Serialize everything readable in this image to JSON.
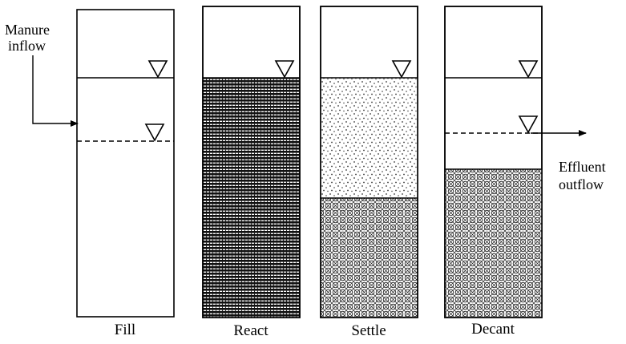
{
  "labels": {
    "manure_inflow_line1": "Manure",
    "manure_inflow_line2": "inflow",
    "effluent_outflow_line1": "Effluent",
    "effluent_outflow_line2": "outflow"
  },
  "stages": [
    {
      "label": "Fill"
    },
    {
      "label": "React"
    },
    {
      "label": "Settle"
    },
    {
      "label": "Decant"
    }
  ],
  "colors": {
    "ink": "#000000",
    "background": "#ffffff"
  },
  "icons": {
    "water_level": "water-level-triangle-icon",
    "flow_arrow": "arrow-icon"
  }
}
